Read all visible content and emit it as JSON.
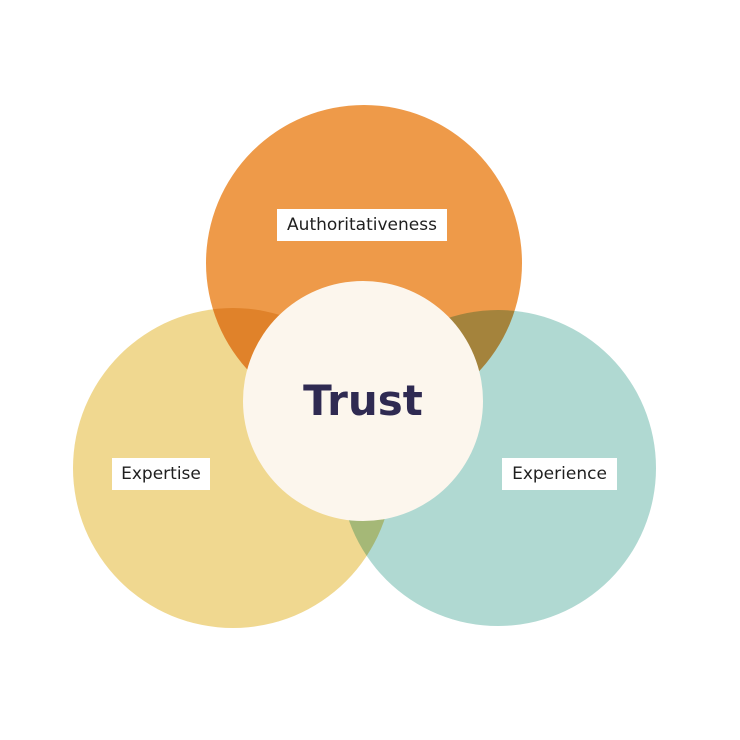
{
  "diagram": {
    "type": "venn",
    "circles": [
      {
        "id": "authoritativeness",
        "label": "Authoritativeness",
        "color": "#ee9a49"
      },
      {
        "id": "expertise",
        "label": "Expertise",
        "color": "#f0d890"
      },
      {
        "id": "experience",
        "label": "Experience",
        "color": "#b0d9d2"
      }
    ],
    "center": {
      "label": "Trust",
      "color": "#fcf6ed",
      "text_color": "#2f2a52"
    }
  }
}
